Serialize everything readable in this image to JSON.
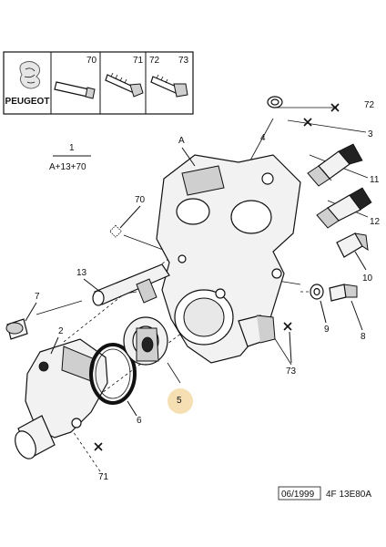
{
  "header": {
    "brand": "PEUGEOT",
    "part_refs": [
      "70",
      "71",
      "72",
      "73"
    ]
  },
  "callout": {
    "ref": "1",
    "formula": "A+13+70"
  },
  "labels": {
    "l70": "70",
    "l72": "72",
    "l3": "3",
    "l4": "4",
    "l11": "11",
    "l12": "12",
    "l10": "10",
    "l9": "9",
    "l8": "8",
    "l13": "13",
    "l7": "7",
    "l2": "2",
    "l6": "6",
    "l5": "5",
    "l73": "73",
    "l71": "71",
    "lA": "A"
  },
  "footer": {
    "date": "06/1999",
    "code": "4F 13E80A"
  }
}
